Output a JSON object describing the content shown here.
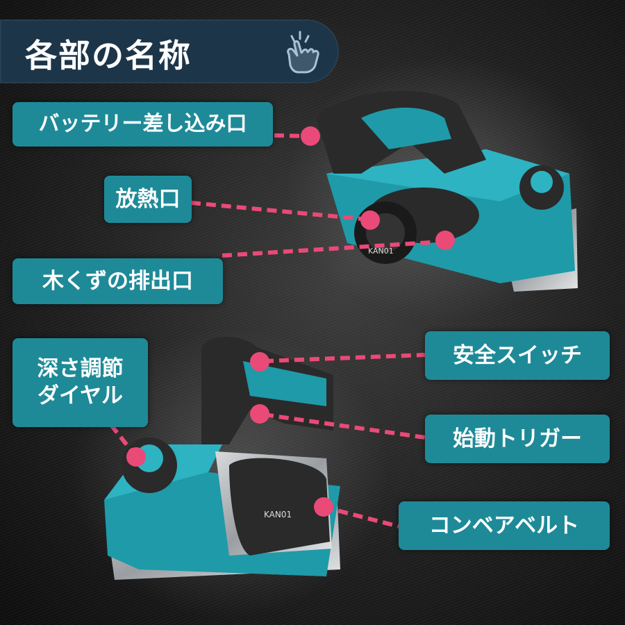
{
  "title": "各部の名称",
  "icons": {
    "title_icon": "tap-hand-icon"
  },
  "colors": {
    "banner": "#1d3548",
    "label_bg": "#1e8a98",
    "leader": "#ea4a78",
    "tool_teal": "#1f9aa8",
    "tool_dark": "#2a2a2a"
  },
  "parts": {
    "battery_slot": "バッテリー差し込み口",
    "vent": "放熱口",
    "chip_outlet": "木くずの排出口",
    "depth_dial": "深さ調節\nダイヤル",
    "safety_switch": "安全スイッチ",
    "trigger": "始動トリガー",
    "belt": "コンベアベルト"
  },
  "branding": {
    "model": "KAN01"
  }
}
